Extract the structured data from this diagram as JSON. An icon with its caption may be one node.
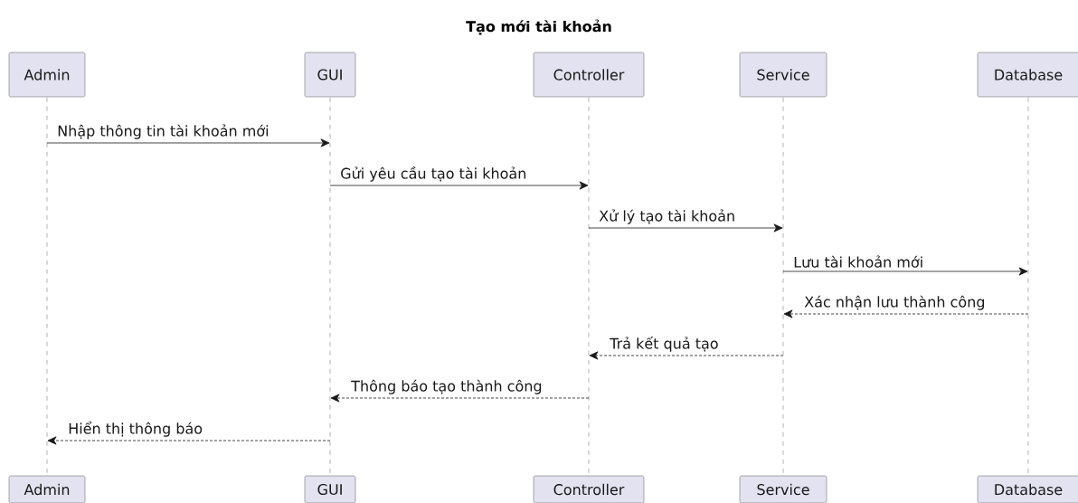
{
  "diagram": {
    "title": "Tạo mới tài khoản",
    "nodes": [
      {
        "text": [
          "Admin"
        ]
      },
      {
        "text": [
          "GUI"
        ]
      },
      {
        "text": [
          "Controller"
        ]
      },
      {
        "text": [
          "Service"
        ]
      },
      {
        "text": [
          "Database"
        ]
      },
      {
        "text": [],
        "shape": "line"
      },
      {
        "text": [],
        "shape": "line"
      },
      {
        "text": [],
        "shape": "line"
      },
      {
        "text": [],
        "shape": "line"
      },
      {
        "text": [],
        "shape": "line"
      },
      {
        "text": [
          "Admin"
        ]
      },
      {
        "text": [
          "GUI"
        ]
      },
      {
        "text": [
          "Controller"
        ]
      },
      {
        "text": [
          "Service"
        ]
      },
      {
        "text": [
          "Database"
        ]
      }
    ],
    "edges": [
      {
        "from": 5,
        "to": 6,
        "arrow": "to",
        "label": "Nhập thông tin tài khoản mới"
      },
      {
        "from": 6,
        "to": 7,
        "arrow": "to",
        "label": "Gửi yêu cầu tạo tài khoản"
      },
      {
        "from": 7,
        "to": 8,
        "arrow": "to",
        "label": "Xử lý tạo tài khoản"
      },
      {
        "from": 8,
        "to": 9,
        "arrow": "to",
        "label": "Lưu tài khoản mới"
      },
      {
        "from": 9,
        "to": 8,
        "arrow": "to",
        "label": "Xác nhận lưu thành công",
        "style": "dashed"
      },
      {
        "from": 8,
        "to": 7,
        "arrow": "to",
        "label": "Trả kết quả tạo",
        "style": "dashed"
      },
      {
        "from": 7,
        "to": 6,
        "arrow": "to",
        "label": "Thông báo tạo thành công",
        "style": "dashed"
      },
      {
        "from": 6,
        "to": 5,
        "arrow": "to",
        "label": "Hiển thị thông báo",
        "style": "dashed"
      }
    ]
  }
}
